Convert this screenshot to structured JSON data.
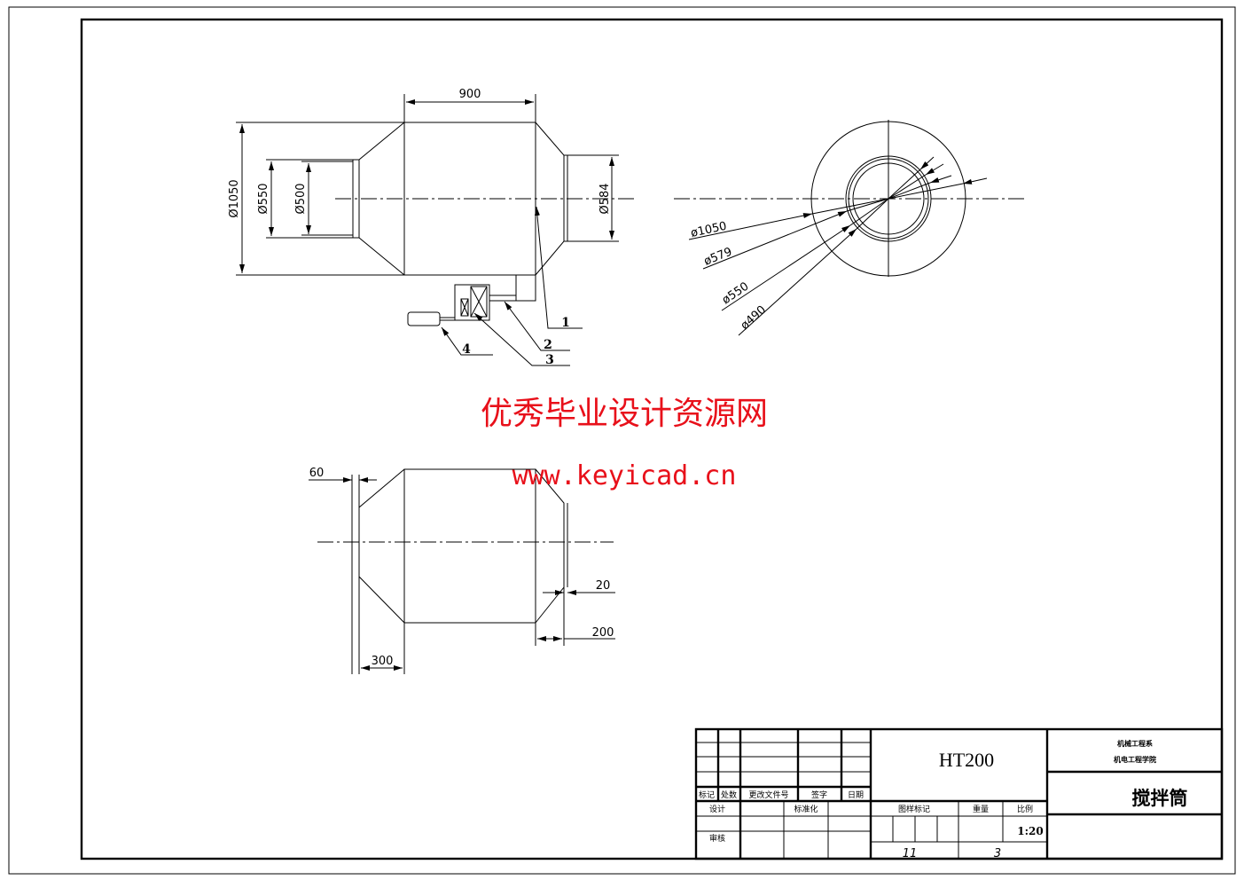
{
  "drawing": {
    "front_view": {
      "dims": {
        "length_body": "900",
        "dia_outer": "Ø1050",
        "dia_inlet_outer": "Ø550",
        "dia_inlet_inner": "Ø500",
        "dia_outlet": "Ø584"
      },
      "part_labels": [
        "1",
        "2",
        "3",
        "4"
      ]
    },
    "end_view": {
      "dims": [
        "ø1050",
        "ø579",
        "ø550",
        "ø490"
      ]
    },
    "bottom_view": {
      "dims": {
        "flange": "60",
        "thickness": "20",
        "cone_right": "200",
        "cone_left": "300"
      }
    }
  },
  "watermark": {
    "title": "优秀毕业设计资源网",
    "url": "www.keyicad.cn",
    "color": "#e8101a"
  },
  "title_block": {
    "material": "HT200",
    "part_name": "搅拌筒",
    "school_line1": "机械工程系",
    "school_line2": "机电工程学院",
    "headers": {
      "mark": "标记",
      "count": "处数",
      "change_doc": "更改文件号",
      "sign": "签字",
      "date": "日期"
    },
    "design": "设计",
    "standardize": "标准化",
    "review": "审核",
    "pattern_mark": "图样标记",
    "weight": "重量",
    "scale_label": "比例",
    "scale": "1:20",
    "sheet_total": "11",
    "sheet_no": "3"
  }
}
